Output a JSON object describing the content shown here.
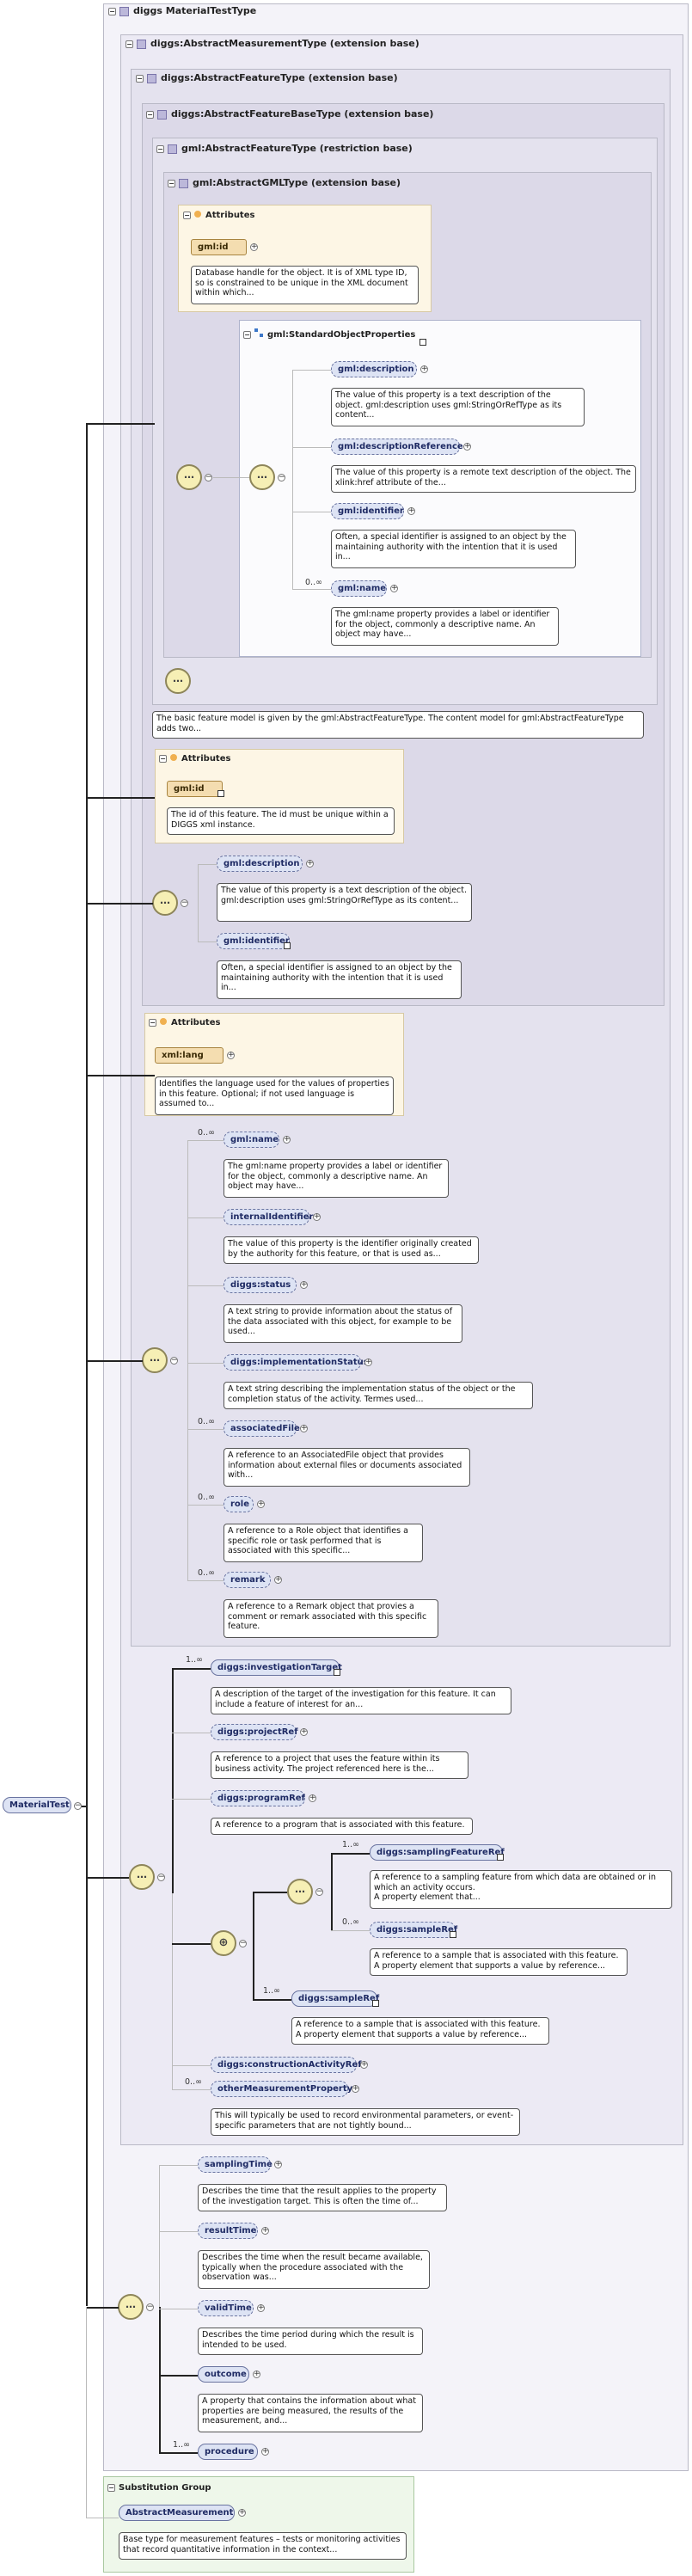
{
  "root": {
    "label": "diggs MaterialTestType"
  },
  "types": {
    "measurement": "diggs:AbstractMeasurementType (extension base)",
    "feature": "diggs:AbstractFeatureType (extension base)",
    "featurebase": "diggs:AbstractFeatureBaseType (extension base)",
    "gmlfeature": "gml:AbstractFeatureType (restriction base)",
    "gmltype": "gml:AbstractGMLType (extension base)"
  },
  "attributes_label": "Attributes",
  "gml_attr": {
    "name": "gml:id",
    "desc": "Database handle for the object. It is of XML type ID, so is constrained to be unique in the XML document within which..."
  },
  "sop": {
    "label": "gml:StandardObjectProperties",
    "items": [
      {
        "name": "gml:description",
        "desc": "The value of this property is a text description of the object. gml:description uses gml:StringOrRefType as its content..."
      },
      {
        "name": "gml:descriptionReference",
        "desc": "The value of this property is a remote text description of the object. The xlink:href attribute of the..."
      },
      {
        "name": "gml:identifier",
        "desc": "Often, a special identifier is assigned to an object by the maintaining authority with the intention that it is used in..."
      },
      {
        "name": "gml:name",
        "desc": "The gml:name property provides a label or identifier for the object, commonly a descriptive name. An object may have...",
        "card": "0..∞"
      }
    ]
  },
  "gmlfeature_desc": "The basic feature model is given by the gml:AbstractFeatureType. The content model for gml:AbstractFeatureType adds two...",
  "featurebase_attr": {
    "name": "gml:id",
    "desc": "The id of this feature. The id must be unique within a DIGGS xml instance."
  },
  "featurebase_items": [
    {
      "name": "gml:description",
      "desc": "The value of this property is a text description of the object. gml:description uses gml:StringOrRefType as its content..."
    },
    {
      "name": "gml:identifier",
      "desc": "Often, a special identifier is assigned to an object by the maintaining authority with the intention that it is used in..."
    }
  ],
  "feature_attr": {
    "name": "xml:lang",
    "desc": "Identifies the language used for the values of properties in this feature. Optional; if not used language is assumed to..."
  },
  "feature_items": [
    {
      "name": "gml:name",
      "card": "0..∞",
      "desc": "The gml:name property provides a label or identifier for the object, commonly a descriptive name. An object may have..."
    },
    {
      "name": "internalIdentifier",
      "card": "",
      "desc": "The value of this property is the identifier originally created by the authority for this feature, or that is used as..."
    },
    {
      "name": "diggs:status",
      "card": "",
      "desc": "A text string to provide information about the status of the data associated with this object, for example to be used..."
    },
    {
      "name": "diggs:implementationStatus",
      "card": "",
      "desc": "A text string describing the implementation status of the object or the completion status of the activity. Termes used..."
    },
    {
      "name": "associatedFile",
      "card": "0..∞",
      "desc": "A reference to an AssociatedFile object that provides information about external files or documents associated with..."
    },
    {
      "name": "role",
      "card": "0..∞",
      "desc": "A reference to a Role object that identifies a specific role or task performed that is associated with this specific..."
    },
    {
      "name": "remark",
      "card": "0..∞",
      "desc": "A reference to a Remark object that provies a comment or remark associated with this specific feature."
    }
  ],
  "measurement_items": [
    {
      "name": "diggs:investigationTarget",
      "card": "1..∞",
      "desc": "A description of the target of the investigation for this feature. It can include a feature of interest for an..."
    },
    {
      "name": "diggs:projectRef",
      "card": "",
      "desc": "A reference to a project that uses the feature within its business activity. The project referenced here is the..."
    },
    {
      "name": "diggs:programRef",
      "card": "",
      "desc": "A reference to a program that is associated with this feature."
    }
  ],
  "choice": {
    "seq_items": [
      {
        "name": "diggs:samplingFeatureRef",
        "card": "1..∞",
        "desc": "A reference to a sampling feature from which data are obtained or in which an activity occurs.\nA property element that..."
      },
      {
        "name": "diggs:sampleRef",
        "card": "0..∞",
        "desc": "A reference to a sample that is associated with this feature.\nA property element that supports a value by reference..."
      }
    ],
    "alt": {
      "name": "diggs:sampleRef",
      "card": "1..∞",
      "desc": "A reference to a sample that is associated with this feature.\nA property element that supports a value by reference..."
    }
  },
  "measurement_tail": [
    {
      "name": "diggs:constructionActivityRef",
      "card": "",
      "desc": ""
    },
    {
      "name": "otherMeasurementProperty",
      "card": "0..∞",
      "desc": "This will typically be used to record environmental parameters, or event-specific parameters that are not tightly bound..."
    }
  ],
  "material_items": [
    {
      "name": "samplingTime",
      "card": "",
      "desc": "Describes the time that the result applies to the property of the investigation target. This is often the time of..."
    },
    {
      "name": "resultTime",
      "card": "",
      "desc": "Describes the time when the result became available, typically when the procedure associated with the observation was..."
    },
    {
      "name": "validTime",
      "card": "",
      "desc": "Describes the time period during which the result is intended to be used."
    },
    {
      "name": "outcome",
      "card": "",
      "desc": "A property that contains the information about what properties are being measured, the results of the measurement, and..."
    },
    {
      "name": "procedure",
      "card": "1..∞",
      "desc": ""
    }
  ],
  "substitution": {
    "label": "Substitution Group",
    "name": "AbstractMeasurement",
    "desc": "Base type for measurement features – tests or monitoring activities that record quantitative information in the context..."
  },
  "main_element": "MaterialTest"
}
